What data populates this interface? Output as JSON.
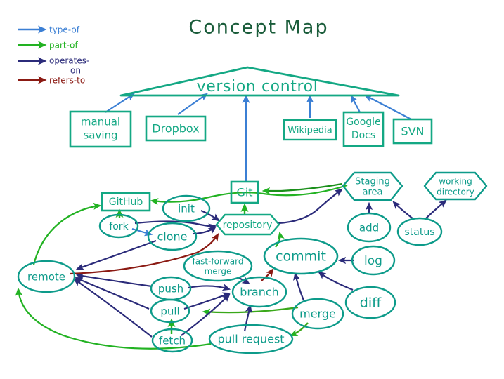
{
  "title": "Concept Map",
  "colors": {
    "type_of": "#3b7fd4",
    "part_of": "#22b222",
    "operates_on": "#2b2b7a",
    "refers_to": "#8b1a13",
    "box_stroke": "#14a884",
    "ellipse_stroke": "#0d9b8a",
    "title": "#1a5c3a",
    "background": "#ffffff"
  },
  "legend": {
    "items": [
      {
        "label": "type-of",
        "color": "#3b7fd4"
      },
      {
        "label": "part-of",
        "color": "#22b222"
      },
      {
        "label": "operates-\non",
        "line1": "operates-",
        "line2": "on",
        "color": "#2b2b7a"
      },
      {
        "label": "refers-to",
        "color": "#8b1a13"
      }
    ]
  },
  "nodes": {
    "version_control": {
      "label": "version control",
      "shape": "triangle"
    },
    "manual_saving": {
      "label": "manual saving",
      "line1": "manual",
      "line2": "saving",
      "shape": "rect"
    },
    "dropbox": {
      "label": "Dropbox",
      "shape": "rect"
    },
    "wikipedia": {
      "label": "Wikipedia",
      "shape": "rect"
    },
    "google_docs": {
      "label": "Google Docs",
      "line1": "Google",
      "line2": "Docs",
      "shape": "rect"
    },
    "svn": {
      "label": "SVN",
      "shape": "rect"
    },
    "github": {
      "label": "GitHub",
      "shape": "rect"
    },
    "git": {
      "label": "Git",
      "shape": "rect"
    },
    "repository": {
      "label": "repository",
      "shape": "hexagon"
    },
    "staging_area": {
      "label": "Staging area",
      "line1": "Staging",
      "line2": "area",
      "shape": "hexagon"
    },
    "working_directory": {
      "label": "working directory",
      "line1": "working",
      "line2": "directory",
      "shape": "hexagon"
    },
    "init": {
      "label": "init",
      "shape": "ellipse"
    },
    "fork": {
      "label": "fork",
      "shape": "ellipse"
    },
    "clone": {
      "label": "clone",
      "shape": "ellipse"
    },
    "remote": {
      "label": "remote",
      "shape": "ellipse"
    },
    "add": {
      "label": "add",
      "shape": "ellipse"
    },
    "status": {
      "label": "status",
      "shape": "ellipse"
    },
    "commit": {
      "label": "commit",
      "shape": "ellipse"
    },
    "log": {
      "label": "log",
      "shape": "ellipse"
    },
    "diff": {
      "label": "diff",
      "shape": "ellipse"
    },
    "merge": {
      "label": "merge",
      "shape": "ellipse"
    },
    "branch": {
      "label": "branch",
      "shape": "ellipse"
    },
    "push": {
      "label": "push",
      "shape": "ellipse"
    },
    "pull": {
      "label": "pull",
      "shape": "ellipse"
    },
    "fetch": {
      "label": "fetch",
      "shape": "ellipse"
    },
    "pull_request": {
      "label": "pull request",
      "shape": "ellipse"
    },
    "fast_forward_merge": {
      "label": "fast-forward merge",
      "line1": "fast-forward",
      "line2": "merge",
      "shape": "ellipse"
    }
  },
  "edges": [
    {
      "from": "manual_saving",
      "to": "version_control",
      "relation": "type-of"
    },
    {
      "from": "dropbox",
      "to": "version_control",
      "relation": "type-of"
    },
    {
      "from": "git",
      "to": "version_control",
      "relation": "type-of"
    },
    {
      "from": "wikipedia",
      "to": "version_control",
      "relation": "type-of"
    },
    {
      "from": "google_docs",
      "to": "version_control",
      "relation": "type-of"
    },
    {
      "from": "svn",
      "to": "version_control",
      "relation": "type-of"
    },
    {
      "from": "fork",
      "to": "clone",
      "relation": "type-of"
    },
    {
      "from": "github",
      "to": "git",
      "relation": "part-of"
    },
    {
      "from": "repository",
      "to": "git",
      "relation": "part-of"
    },
    {
      "from": "staging_area",
      "to": "git",
      "relation": "part-of"
    },
    {
      "from": "fork",
      "to": "github",
      "relation": "part-of"
    },
    {
      "from": "remote",
      "to": "github",
      "relation": "part-of"
    },
    {
      "from": "commit",
      "to": "repository",
      "relation": "part-of"
    },
    {
      "from": "fetch",
      "to": "pull",
      "relation": "part-of"
    },
    {
      "from": "merge",
      "to": "pull",
      "relation": "part-of"
    },
    {
      "from": "merge",
      "to": "pull_request",
      "relation": "part-of"
    },
    {
      "from": "pull_request",
      "to": "remote",
      "relation": "part-of"
    },
    {
      "from": "init",
      "to": "repository",
      "relation": "operates-on"
    },
    {
      "from": "clone",
      "to": "repository",
      "relation": "operates-on"
    },
    {
      "from": "clone",
      "to": "remote",
      "relation": "operates-on"
    },
    {
      "from": "fork",
      "to": "repository",
      "relation": "operates-on"
    },
    {
      "from": "repository",
      "to": "staging_area",
      "relation": "operates-on"
    },
    {
      "from": "add",
      "to": "staging_area",
      "relation": "operates-on"
    },
    {
      "from": "status",
      "to": "staging_area",
      "relation": "operates-on"
    },
    {
      "from": "status",
      "to": "working_directory",
      "relation": "operates-on"
    },
    {
      "from": "log",
      "to": "commit",
      "relation": "operates-on"
    },
    {
      "from": "diff",
      "to": "commit",
      "relation": "operates-on"
    },
    {
      "from": "merge",
      "to": "commit",
      "relation": "operates-on"
    },
    {
      "from": "fast_forward_merge",
      "to": "branch",
      "relation": "operates-on"
    },
    {
      "from": "push",
      "to": "branch",
      "relation": "operates-on"
    },
    {
      "from": "pull",
      "to": "branch",
      "relation": "operates-on"
    },
    {
      "from": "fetch",
      "to": "branch",
      "relation": "operates-on"
    },
    {
      "from": "pull_request",
      "to": "branch",
      "relation": "operates-on"
    },
    {
      "from": "push",
      "to": "remote",
      "relation": "operates-on"
    },
    {
      "from": "pull",
      "to": "remote",
      "relation": "operates-on"
    },
    {
      "from": "fetch",
      "to": "remote",
      "relation": "operates-on"
    },
    {
      "from": "remote",
      "to": "repository",
      "relation": "refers-to"
    },
    {
      "from": "branch",
      "to": "commit",
      "relation": "refers-to"
    }
  ]
}
